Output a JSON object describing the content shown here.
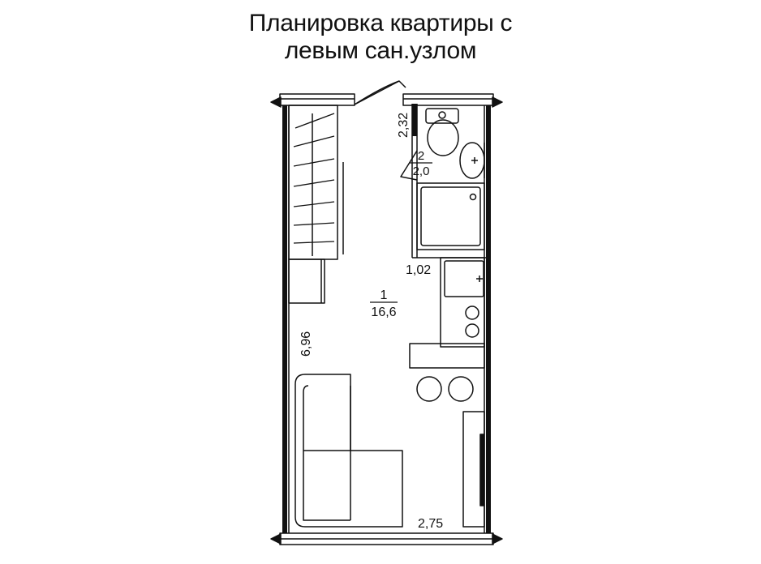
{
  "title": {
    "line1": "Планировка квартиры с",
    "line2": "левым сан.узлом"
  },
  "rooms": [
    {
      "number": "1",
      "area": "16,6"
    },
    {
      "number": "2",
      "area": "2,0"
    }
  ],
  "dimensions": {
    "length": "6,96",
    "width": "2,75",
    "bathroom_width": "2,32",
    "kitchen_niche": "1,02"
  },
  "colors": {
    "line": "#111111",
    "background": "#ffffff"
  }
}
